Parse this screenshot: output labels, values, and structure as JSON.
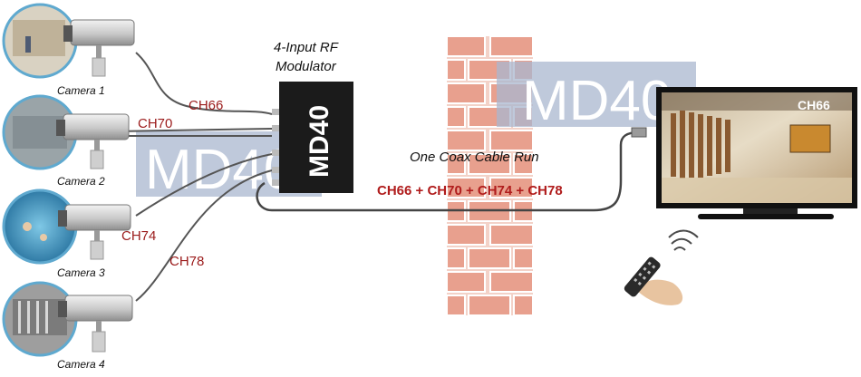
{
  "modulator": {
    "title_line1": "4-Input RF",
    "title_line2": "Modulator",
    "brand": "MD40"
  },
  "watermark": {
    "text": "MD40"
  },
  "cameras": [
    {
      "label": "Camera 1",
      "channel": "CH66"
    },
    {
      "label": "Camera 2",
      "channel": "CH70"
    },
    {
      "label": "Camera 3",
      "channel": "CH74"
    },
    {
      "label": "Camera 4",
      "channel": "CH78"
    }
  ],
  "coax": {
    "label": "One Coax Cable Run",
    "combined_channels": "CH66 + CH70 + CH74 + CH78"
  },
  "tv": {
    "channel_overlay": "CH66"
  },
  "colors": {
    "channel_text": "#9b1b1b",
    "combined_text": "#b01c1c",
    "brick": "#e8a08e",
    "watermark_box": "#a9b7cf"
  }
}
